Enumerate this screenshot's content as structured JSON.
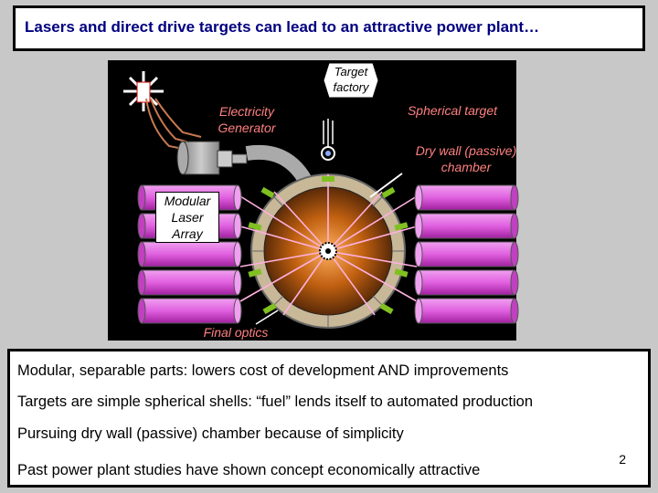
{
  "title": "Lasers and direct drive targets can lead to an attractive power plant…",
  "diagram": {
    "target_factory": "Target factory",
    "spherical_target": "Spherical target",
    "electricity_generator": "Electricity Generator",
    "dry_wall_chamber": "Dry wall (passive) chamber",
    "modular_laser_array": "Modular Laser Array",
    "final_optics": "Final optics"
  },
  "bullets": [
    "Modular, separable parts:  lowers cost of development AND improvements",
    "Targets are simple spherical shells: “fuel” lends itself to automated production",
    "Pursuing dry wall (passive) chamber because of simplicity",
    "Past power plant studies have shown concept economically attractive"
  ],
  "page_number": "2"
}
